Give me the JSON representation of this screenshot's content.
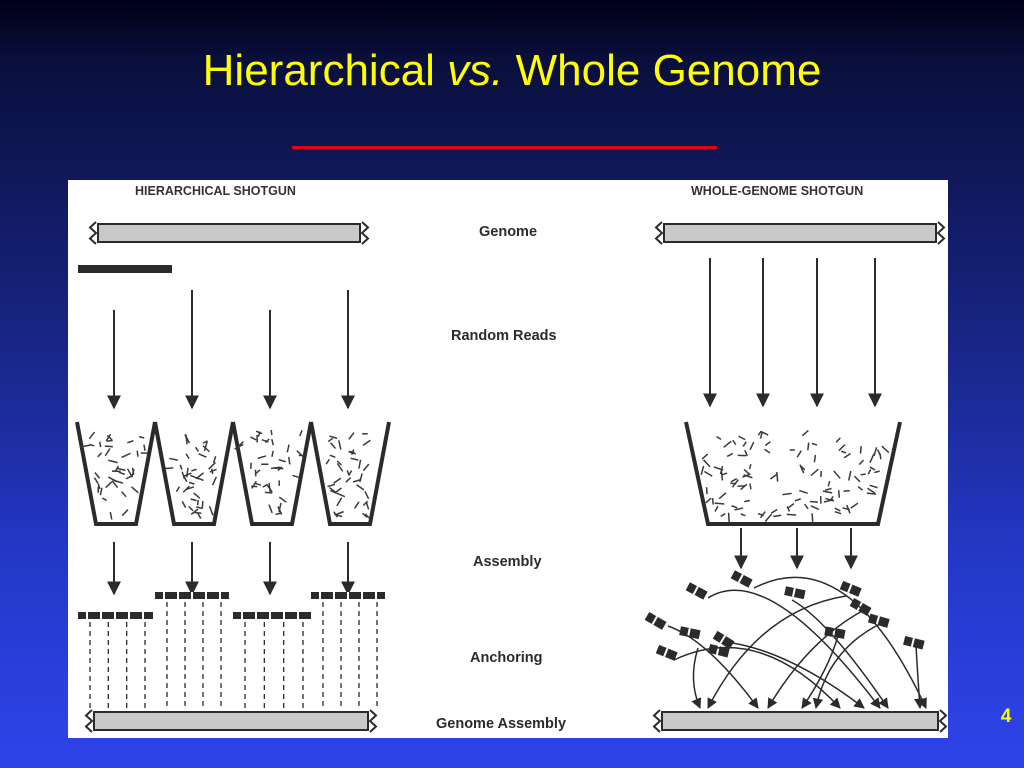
{
  "slide": {
    "title_part1": "Hierarchical ",
    "title_emphasis": "vs.",
    "title_part2": " Whole Genome",
    "number": "4"
  },
  "diagram": {
    "left_header": "HIERARCHICAL SHOTGUN",
    "right_header": "WHOLE-GENOME SHOTGUN",
    "stages": [
      "Genome",
      "Random Reads",
      "Assembly",
      "Anchoring",
      "Genome Assembly"
    ]
  },
  "colors": {
    "title": "#ffff00",
    "underline": "#e3001b",
    "panel": "#ffffff",
    "ink": "#2b2b2b"
  }
}
